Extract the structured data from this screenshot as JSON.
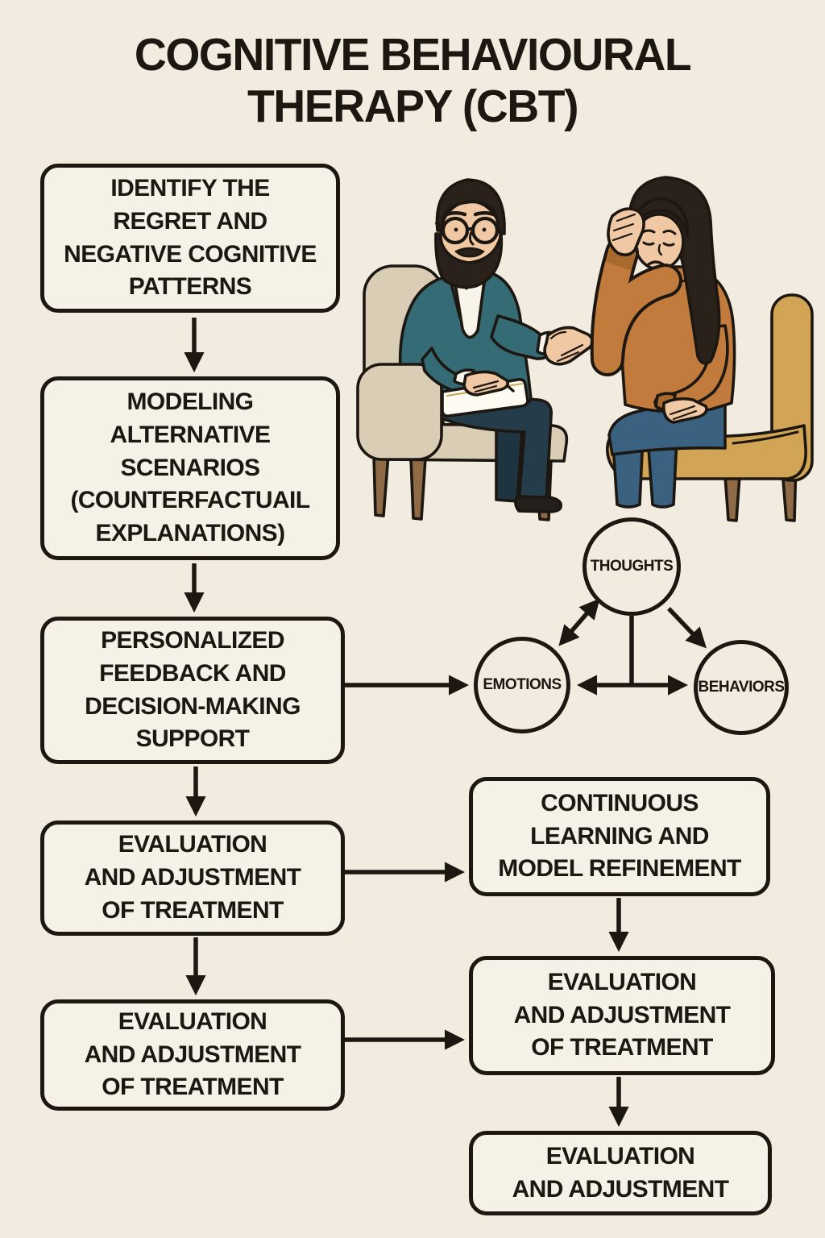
{
  "page": {
    "background": "#f1ebe0",
    "box_fill": "#f6f1e7",
    "ink": "#1d1712"
  },
  "title": "COGNITIVE BEHAVIOURAL\nTHERAPY (CBT)",
  "flowchart": {
    "left_column": [
      {
        "label": "IDENTIFY THE\nREGRET AND\nNEGATIVE COGNITIVE\nPATTERNS"
      },
      {
        "label": "MODELING\nALTERNATIVE\nSCENARIOS\n(COUNTERFACTUAIL\nEXPLANATIONS)"
      },
      {
        "label": "PERSONALIZED\nFEEDBACK AND\nDECISION-MAKING\nSUPPORT"
      },
      {
        "label": "EVALUATION\nAND ADJUSTMENT\nOF TREATMENT"
      },
      {
        "label": "EVALUATION\nAND ADJUSTMENT\nOF TREATMENT"
      }
    ],
    "right_column": [
      {
        "label": "CONTINUOUS\nLEARNING AND\nMODEL REFINEMENT"
      },
      {
        "label": "EVALUATION\nAND ADJUSTMENT\nOF TREATMENT"
      },
      {
        "label": "EVALUATION\nAND ADJUSTMENT"
      }
    ],
    "triangle": {
      "top": "THOUGHTS",
      "left": "EMOTIONS",
      "right": "BEHAVIORS"
    }
  },
  "illustration": {
    "alt": "Therapist with glasses and notepad counseling a distressed woman holding her forehead",
    "colors": {
      "skin": "#f0c9a4",
      "hair": "#29211a",
      "jacket": "#356b74",
      "pants": "#253d4b",
      "shirt": "#f8f4ea",
      "chair_left": "#d9cdb6",
      "chair_right": "#d2a455",
      "wood": "#8e6b46",
      "sweater": "#c17b3c",
      "cuff": "#a96a2e",
      "jeans": "#3a6180",
      "paper": "#fdfaf2",
      "gold": "#c9a55a"
    }
  }
}
